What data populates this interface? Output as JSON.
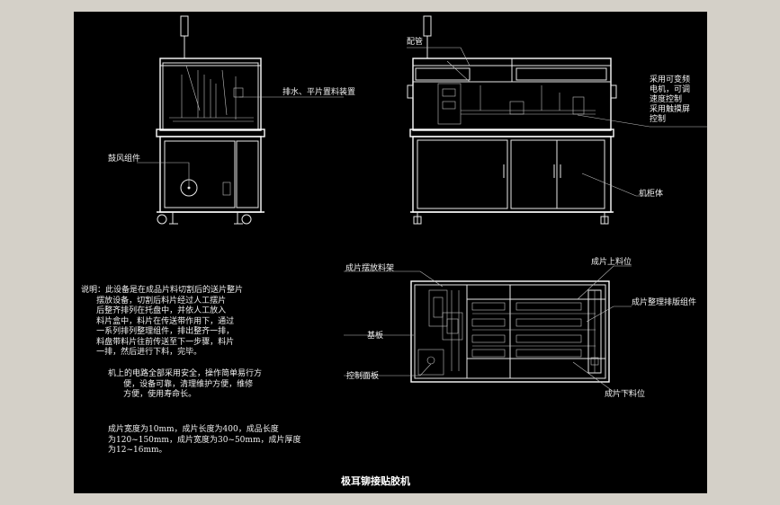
{
  "colors": {
    "background": "#d4d0c8",
    "sheet": "#000000",
    "lines": "#e8e8e8"
  },
  "labels": {
    "side_top": "排水、平片置料装置",
    "side_left": "鼓风组件",
    "front_top": "配管",
    "front_right_lines": [
      "采用可变频",
      "电机，可调",
      "速度控制",
      "采用触摸屏",
      "控制"
    ],
    "front_bottom": "机柜体",
    "plan_top_left": "成片摆放料架",
    "plan_top_right": "成片上料位",
    "plan_right": "成片整理排版组件",
    "plan_left": "基板",
    "plan_bottom_left": "控制面板",
    "plan_bottom_right": "成片下料位"
  },
  "notes": {
    "para1": "说明：此设备是在成品片料切割后的送片整片\n      摆放设备，切割后料片经过人工摆片\n      后整齐排列在托盘中，并依人工放入\n      料片盒中，料片在传送带作用下，通过\n      一系列排列整理组件，排出整齐一排，\n      料盘带料片往前传送至下一步骤，料片\n      一排，然后进行下料，完毕。",
    "para2": "机上的电路全部采用安全，操作简单易行方\n      便，设备可靠，清理维护方便，维修\n      方便，使用寿命长。",
    "para3": "成片宽度为10mm，成片长度为400，成品长度\n为120~150mm，成片宽度为30~50mm，成片厚度\n为12~16mm。"
  },
  "title": "极耳铆接贴胶机"
}
